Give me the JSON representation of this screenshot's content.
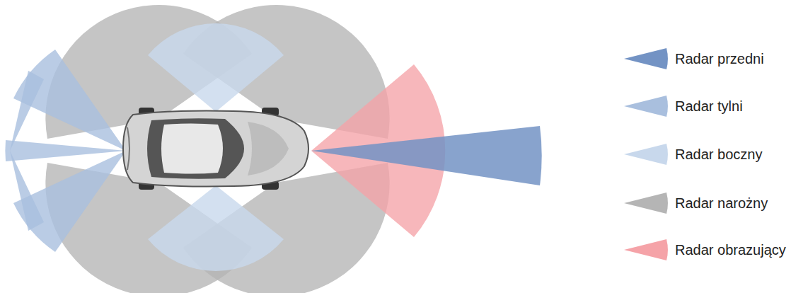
{
  "diagram": {
    "legend": [
      {
        "text": "Radar przedni",
        "color": "#7393c4"
      },
      {
        "text": "Radar tylni",
        "color": "#a9bfde"
      },
      {
        "text": "Radar boczny",
        "color": "#c8d8ec"
      },
      {
        "text": "Radar narożny",
        "color": "#b5b5b5"
      },
      {
        "text": "Radar obrazujący",
        "color": "#f5a3a8"
      }
    ]
  }
}
